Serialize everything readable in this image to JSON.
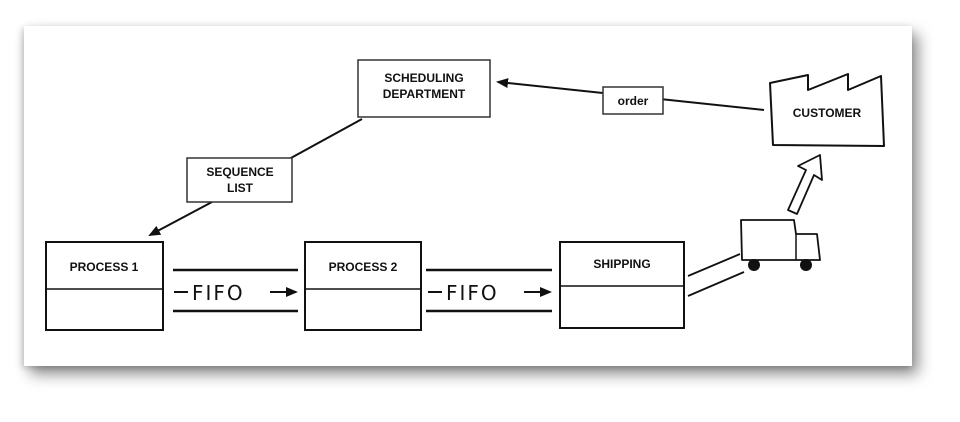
{
  "diagram": {
    "scheduling": {
      "line1": "SCHEDULING",
      "line2": "DEPARTMENT"
    },
    "order": "order",
    "customer": "CUSTOMER",
    "sequence": {
      "line1": "SEQUENCE",
      "line2": "LIST"
    },
    "process1": "PROCESS 1",
    "process2": "PROCESS 2",
    "shipping": "SHIPPING",
    "fifo1": "FIFO",
    "fifo2": "FIFO"
  },
  "colors": {
    "ink": "#111111",
    "paper": "#ffffff"
  }
}
